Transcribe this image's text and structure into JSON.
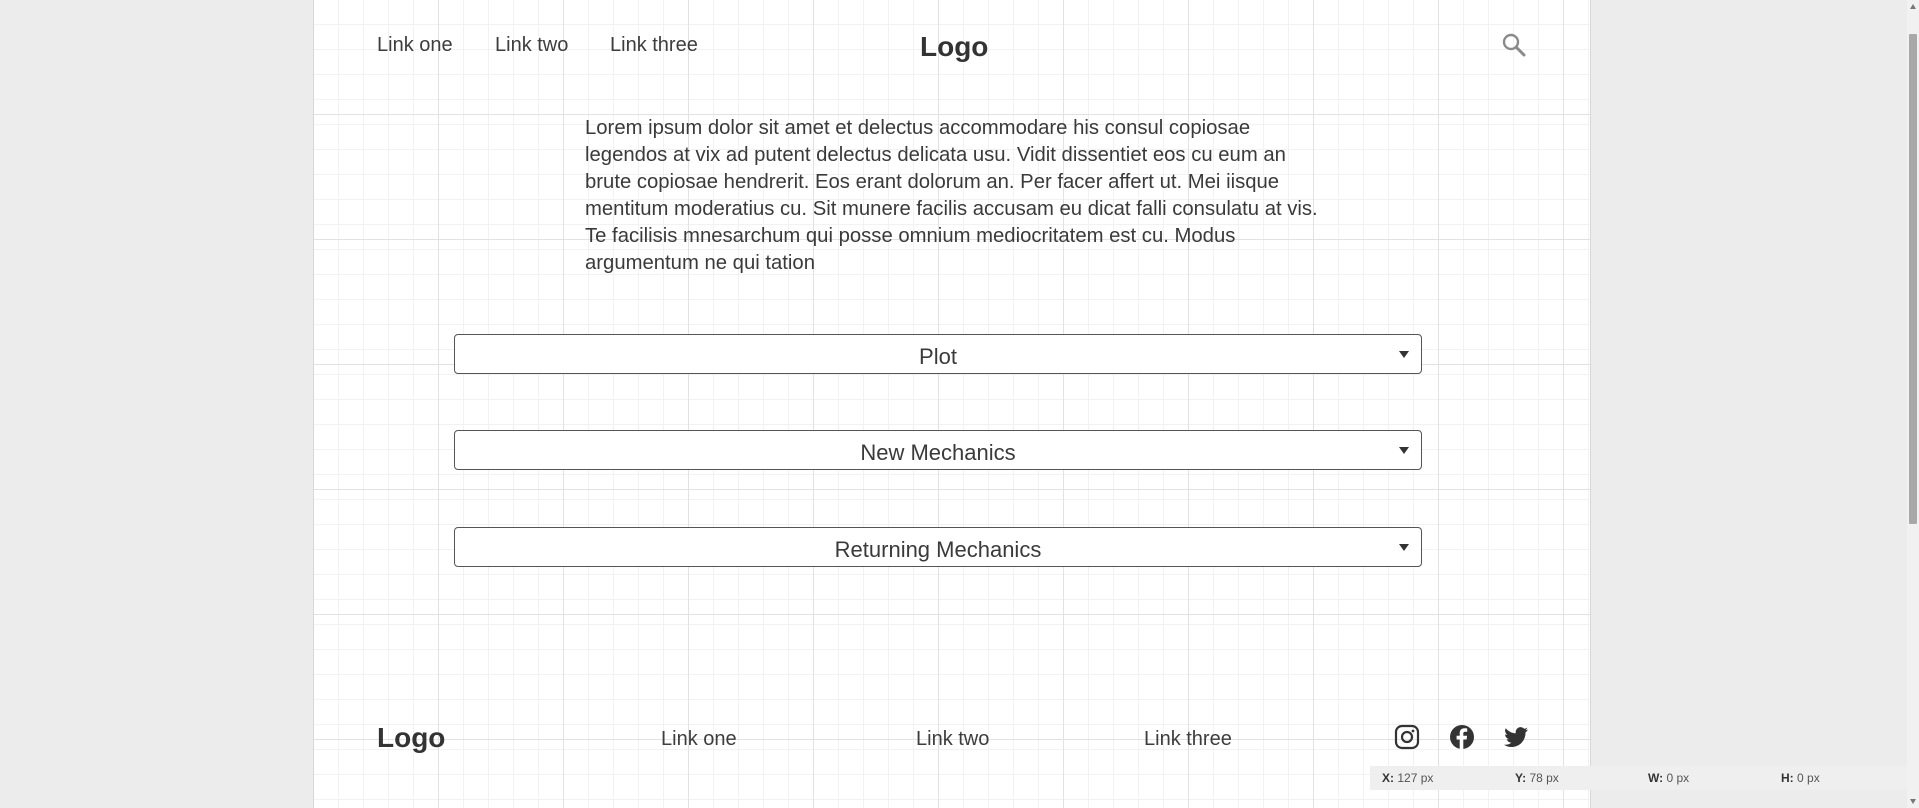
{
  "header": {
    "nav_links": [
      "Link one",
      "Link two",
      "Link three"
    ],
    "logo": "Logo",
    "search_icon": "search-icon"
  },
  "main": {
    "body_text": "Lorem ipsum dolor sit amet et delectus accommodare his consul copiosae legendos at vix ad putent delectus delicata usu. Vidit dissentiet eos cu eum an brute copiosae hendrerit. Eos erant dolorum an. Per facer affert ut. Mei iisque mentitum moderatius cu. Sit munere facilis accusam eu dicat falli consulatu at vis. Te facilisis mnesarchum qui posse omnium mediocritatem est cu. Modus argumentum ne qui tation",
    "dropdowns": [
      {
        "label": "Plot"
      },
      {
        "label": "New Mechanics"
      },
      {
        "label": "Returning Mechanics"
      }
    ]
  },
  "footer": {
    "logo": "Logo",
    "links": [
      "Link one",
      "Link two",
      "Link three"
    ],
    "social_icons": [
      "instagram-icon",
      "facebook-icon",
      "twitter-icon"
    ]
  },
  "status": {
    "x_label": "X:",
    "x_value": "127 px",
    "y_label": "Y:",
    "y_value": "78 px",
    "w_label": "W:",
    "w_value": "0 px",
    "h_label": "H:",
    "h_value": "0 px"
  },
  "colors": {
    "text": "#3a3a3a",
    "background": "#ececec",
    "canvas": "#ffffff",
    "grid": "#e2e2e2"
  }
}
